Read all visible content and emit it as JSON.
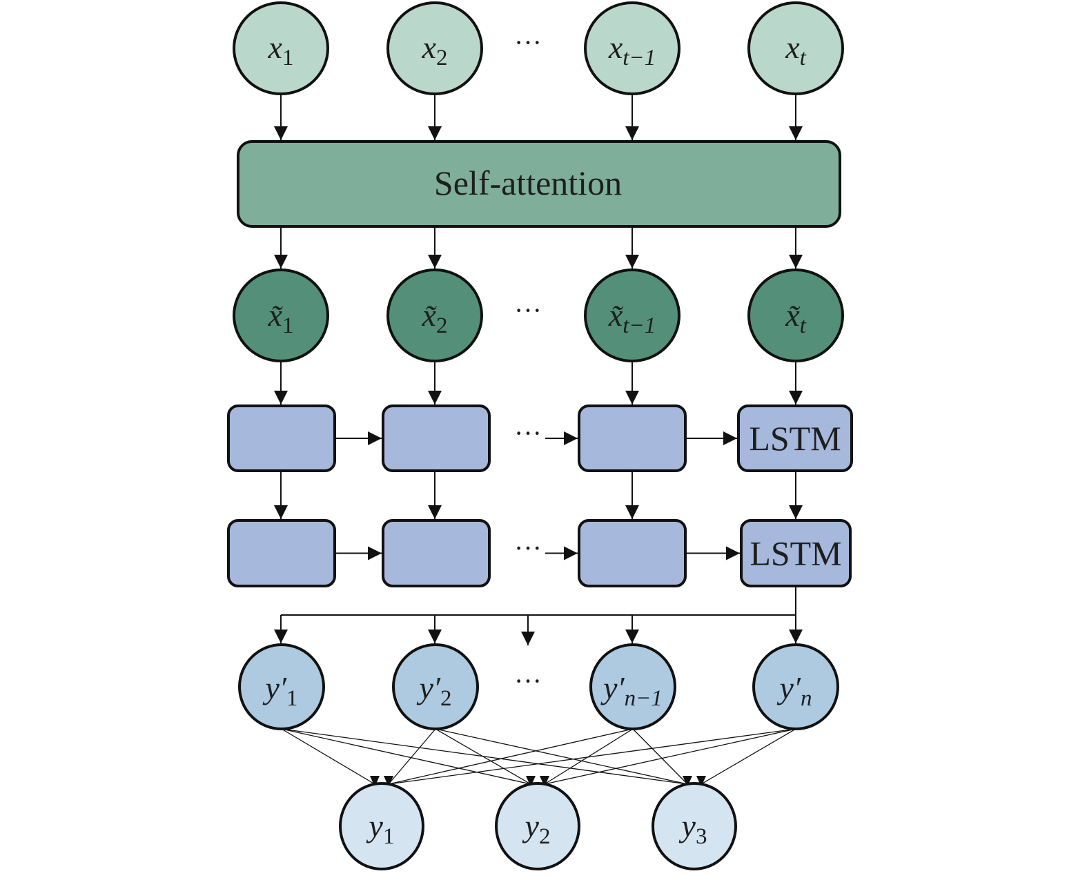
{
  "diagram": {
    "title": "Self-attention LSTM architecture",
    "colors": {
      "input_node": "#bad7cc",
      "attention_block": "#7fae9b",
      "attended_node": "#538f79",
      "lstm_cell": "#a6b8db",
      "intermediate_output": "#adcae0",
      "final_output": "#d4e4f1",
      "stroke": "#111111"
    },
    "ellipsis": "···",
    "inputs": [
      {
        "base": "x",
        "sub": "1"
      },
      {
        "base": "x",
        "sub": "2"
      },
      {
        "base": "x",
        "sub": "t−1"
      },
      {
        "base": "x",
        "sub": "t"
      }
    ],
    "attention_block": {
      "label": "Self-attention"
    },
    "attended": [
      {
        "base": "x̃",
        "sub": "1"
      },
      {
        "base": "x̃",
        "sub": "2"
      },
      {
        "base": "x̃",
        "sub": "t−1"
      },
      {
        "base": "x̃",
        "sub": "t"
      }
    ],
    "lstm_layers": [
      {
        "cells": [
          "",
          "",
          "",
          "LSTM"
        ]
      },
      {
        "cells": [
          "",
          "",
          "",
          "LSTM"
        ]
      }
    ],
    "intermediate_outputs": [
      {
        "base": "y′",
        "sub": "1"
      },
      {
        "base": "y′",
        "sub": "2"
      },
      {
        "base": "y′",
        "sub": "n−1"
      },
      {
        "base": "y′",
        "sub": "n"
      }
    ],
    "final_outputs": [
      {
        "base": "y",
        "sub": "1"
      },
      {
        "base": "y",
        "sub": "2"
      },
      {
        "base": "y",
        "sub": "3"
      }
    ]
  }
}
